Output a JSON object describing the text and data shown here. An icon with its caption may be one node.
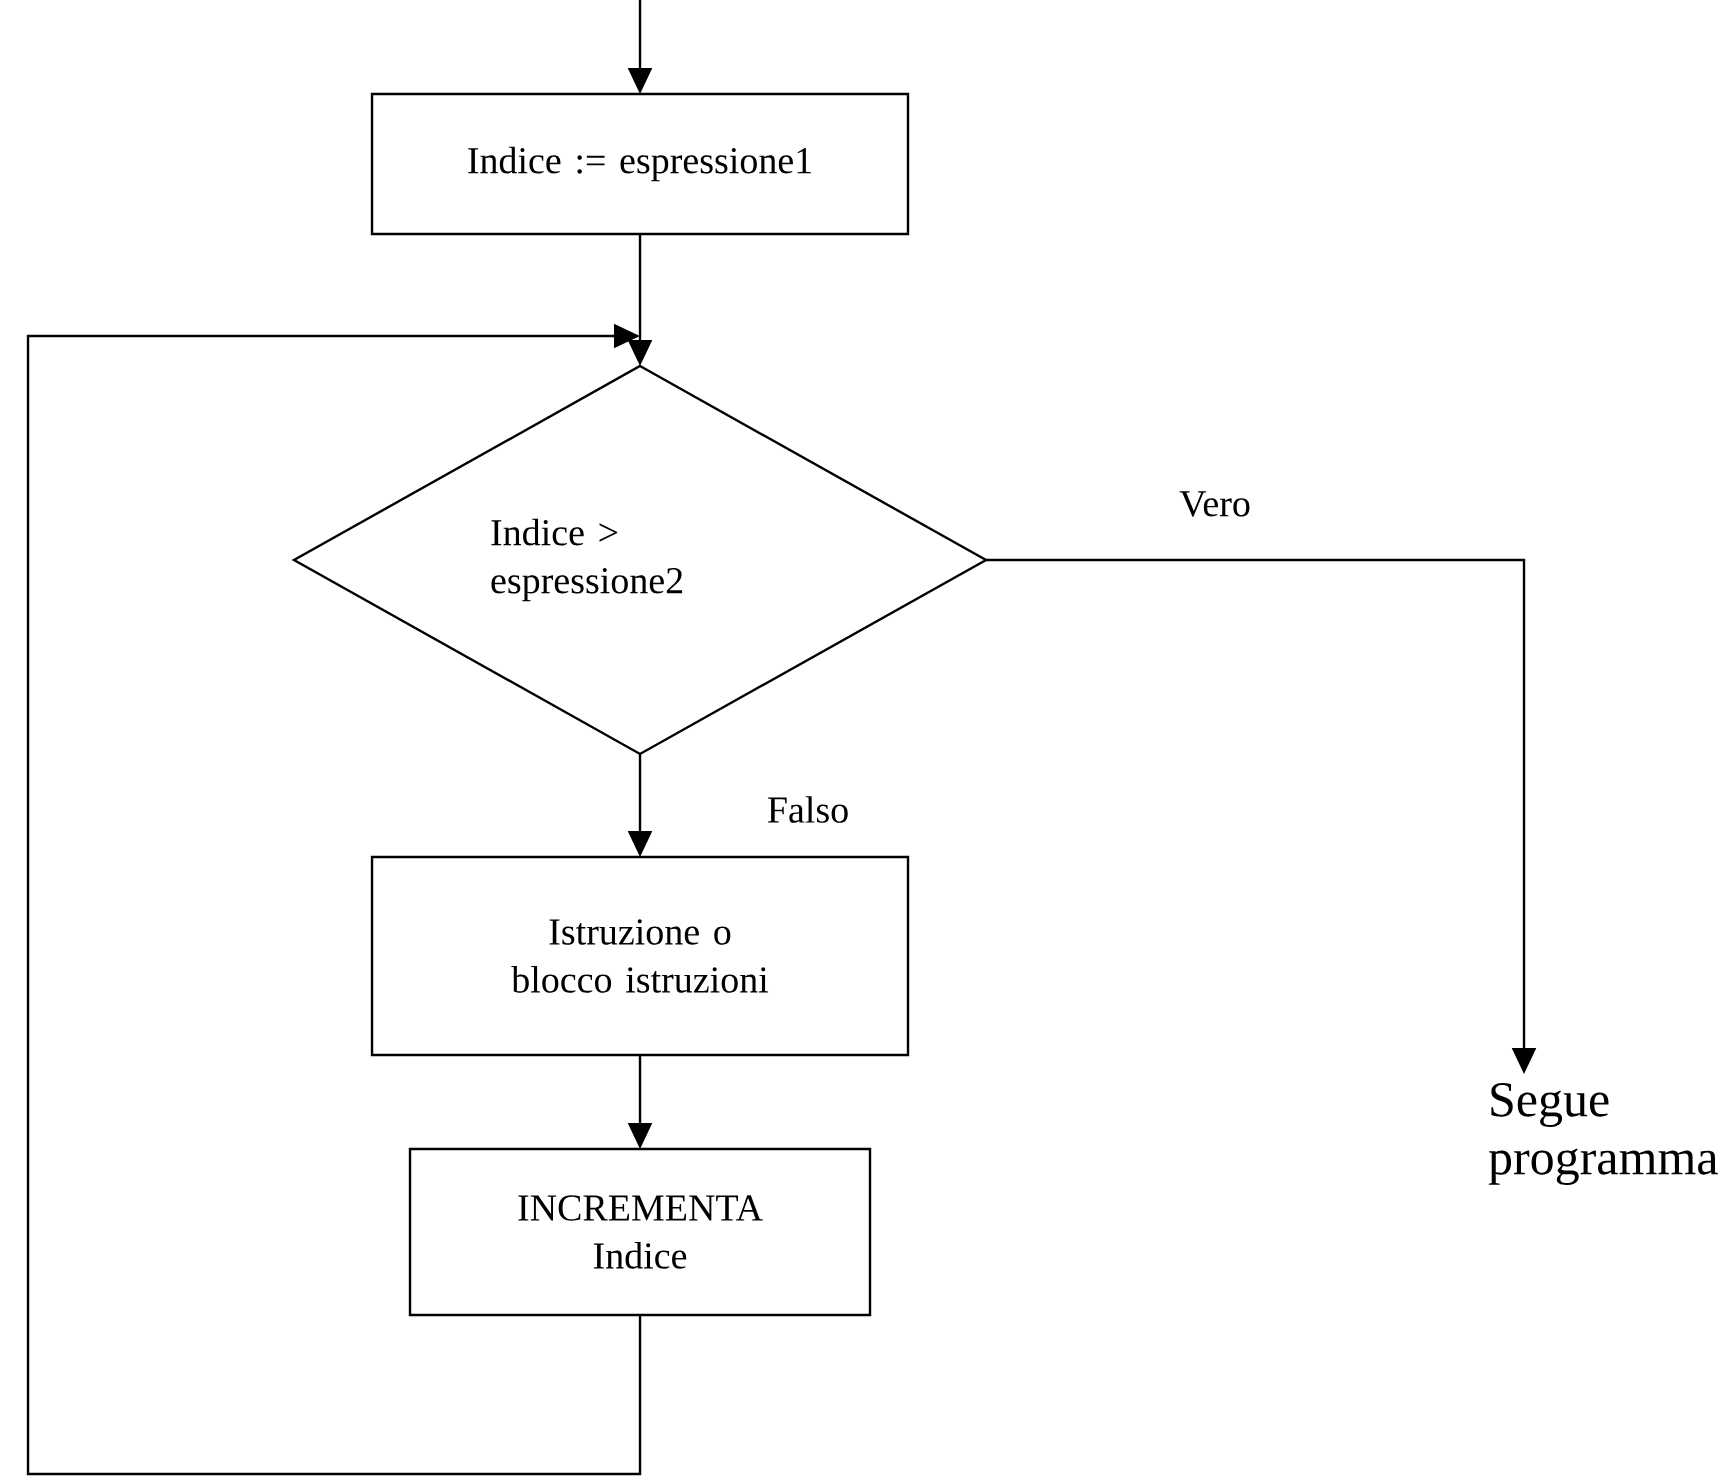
{
  "diagram": {
    "nodes": [
      {
        "text": [
          "Indice := espressione1"
        ]
      },
      {
        "text": [
          "Indice > espressione2"
        ]
      },
      {
        "text": [
          "Istruzione o blocco istruzioni"
        ]
      },
      {
        "text": [
          "INCREMENTA Indice"
        ]
      },
      {
        "text": [
          "Segue programma"
        ]
      }
    ],
    "edges": [
      {
        "from": null,
        "to": 0,
        "arrow": "to"
      },
      {
        "from": 0,
        "to": 1,
        "arrow": "to"
      },
      {
        "from": 1,
        "to": 2,
        "arrow": "to",
        "label": "Falso"
      },
      {
        "from": 1,
        "to": 4,
        "arrow": "to",
        "label": "Vero"
      },
      {
        "from": 2,
        "to": 3,
        "arrow": "to"
      },
      {
        "from": 3,
        "to": 1,
        "arrow": "to"
      }
    ]
  }
}
